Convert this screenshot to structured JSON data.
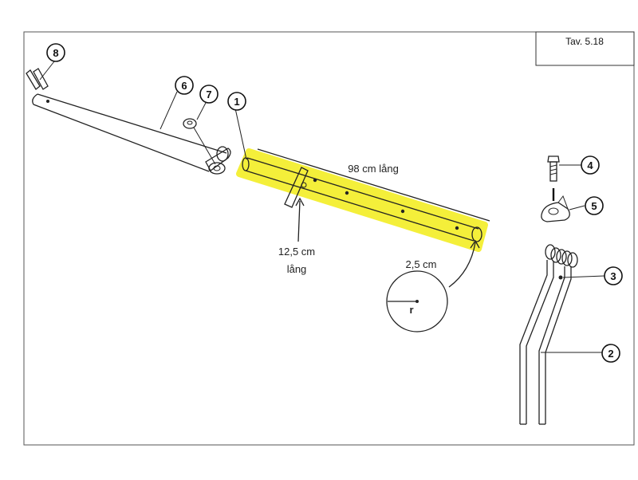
{
  "table_ref": "Tav. 5.18",
  "callouts": [
    "8",
    "6",
    "7",
    "1",
    "4",
    "5",
    "3",
    "2"
  ],
  "dimensions": {
    "rod_length": "98 cm lång",
    "bracket_length_line1": "12,5 cm",
    "bracket_length_line2": "lång",
    "diameter": "2,5 cm",
    "radius_symbol": "r"
  },
  "colors": {
    "highlight": "#f4ee2a",
    "line": "#222222"
  }
}
